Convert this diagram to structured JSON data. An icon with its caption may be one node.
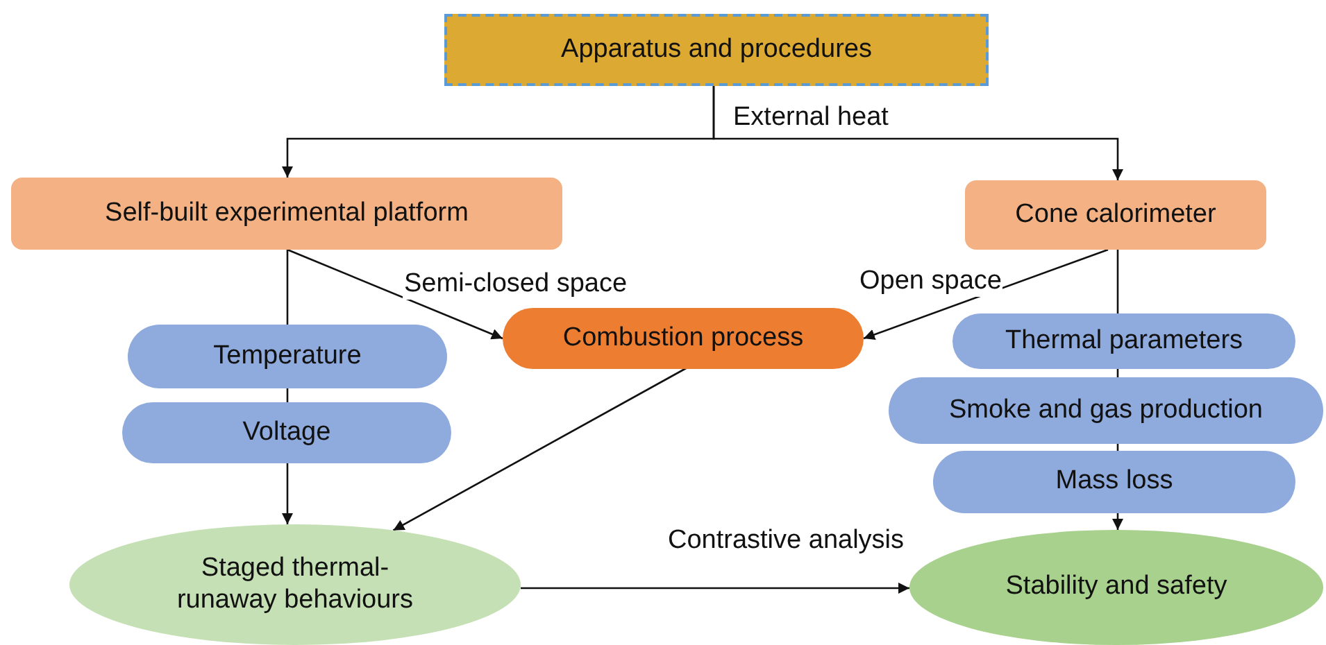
{
  "diagram": {
    "nodes": [
      {
        "text": [
          "Apparatus and procedures"
        ]
      },
      {
        "text": [
          "Self-built experimental platform"
        ]
      },
      {
        "text": [
          "Cone calorimeter"
        ]
      },
      {
        "text": [
          "Combustion process"
        ]
      },
      {
        "text": [
          "Temperature"
        ]
      },
      {
        "text": [
          "Voltage"
        ]
      },
      {
        "text": [
          "Thermal parameters"
        ]
      },
      {
        "text": [
          "Smoke and gas production"
        ]
      },
      {
        "text": [
          "Mass loss"
        ]
      },
      {
        "text": [
          "Staged thermal-runaway behaviours"
        ]
      },
      {
        "text": [
          "Stability and safety"
        ]
      }
    ],
    "edges": [
      {
        "from": 0,
        "to": 1,
        "arrow": "to",
        "label": "External heat"
      },
      {
        "from": 0,
        "to": 2,
        "arrow": "to"
      },
      {
        "from": 1,
        "to": 3,
        "arrow": "to",
        "label": "Semi-closed space"
      },
      {
        "from": 2,
        "to": 3,
        "arrow": "to",
        "label": "Open space"
      },
      {
        "from": 1,
        "to": 4,
        "arrow": "none"
      },
      {
        "from": 4,
        "to": 5,
        "arrow": "none"
      },
      {
        "from": 5,
        "to": 9,
        "arrow": "to"
      },
      {
        "from": 2,
        "to": 6,
        "arrow": "none"
      },
      {
        "from": 6,
        "to": 7,
        "arrow": "none"
      },
      {
        "from": 7,
        "to": 8,
        "arrow": "none"
      },
      {
        "from": 8,
        "to": 10,
        "arrow": "to"
      },
      {
        "from": 3,
        "to": 9,
        "arrow": "to"
      },
      {
        "from": 9,
        "to": 10,
        "arrow": "to",
        "label": "Contrastive analysis"
      }
    ]
  }
}
